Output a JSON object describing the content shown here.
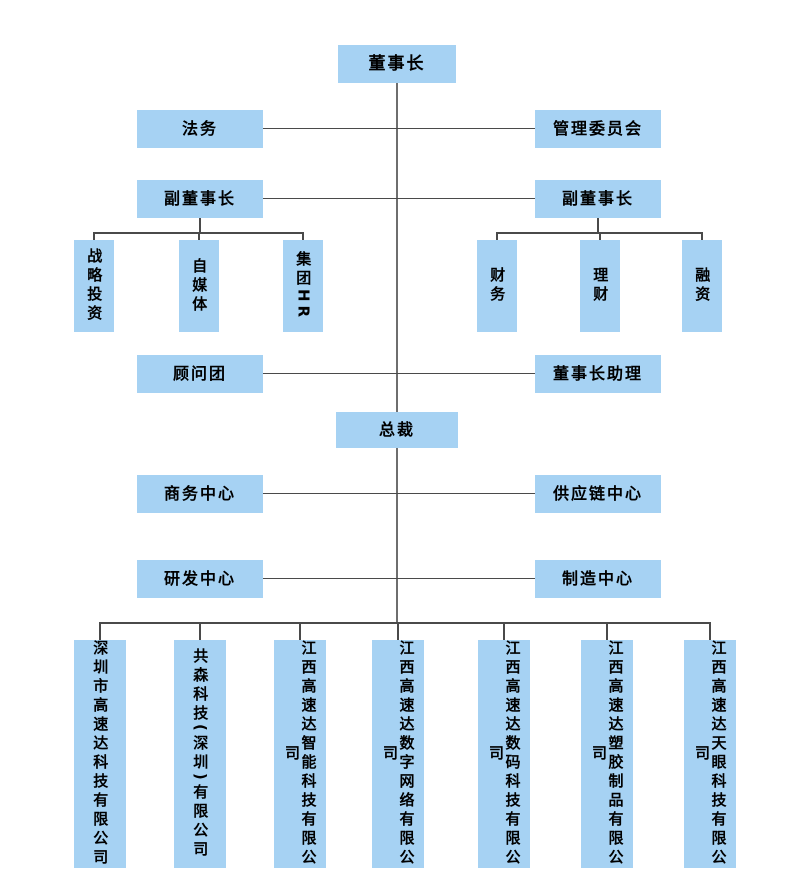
{
  "diagram_type": "organization-chart",
  "nodes": {
    "chairman": "董事长",
    "legal": "法务",
    "management_committee": "管理委员会",
    "vice_chairman_left": "副董事长",
    "vice_chairman_right": "副董事长",
    "strategic_investment": "战略投资",
    "self_media": "自媒体",
    "group_hr": "集团HR",
    "finance": "财务",
    "wealth_management": "理财",
    "financing": "融资",
    "advisory_board": "顾问团",
    "chairman_assistant": "董事长助理",
    "president": "总裁",
    "business_center": "商务中心",
    "supply_chain_center": "供应链中心",
    "rnd_center": "研发中心",
    "manufacturing_center": "制造中心"
  },
  "subsidiaries": [
    "深圳市高速达科技有限公司",
    "共森科技(深圳)有限公司",
    "江西高速达智能科技有限公司",
    "江西高速达数字网络有限公司",
    "江西高速达数码科技有限公司",
    "江西高速达塑胶制品有限公司",
    "江西高速达天眼科技有限公司"
  ],
  "colors": {
    "box_fill": "#A6D2F3",
    "connector": "#4A4A4A",
    "trunk": "#6E6E6E",
    "text": "#000000",
    "bg": "#FFFFFF"
  }
}
